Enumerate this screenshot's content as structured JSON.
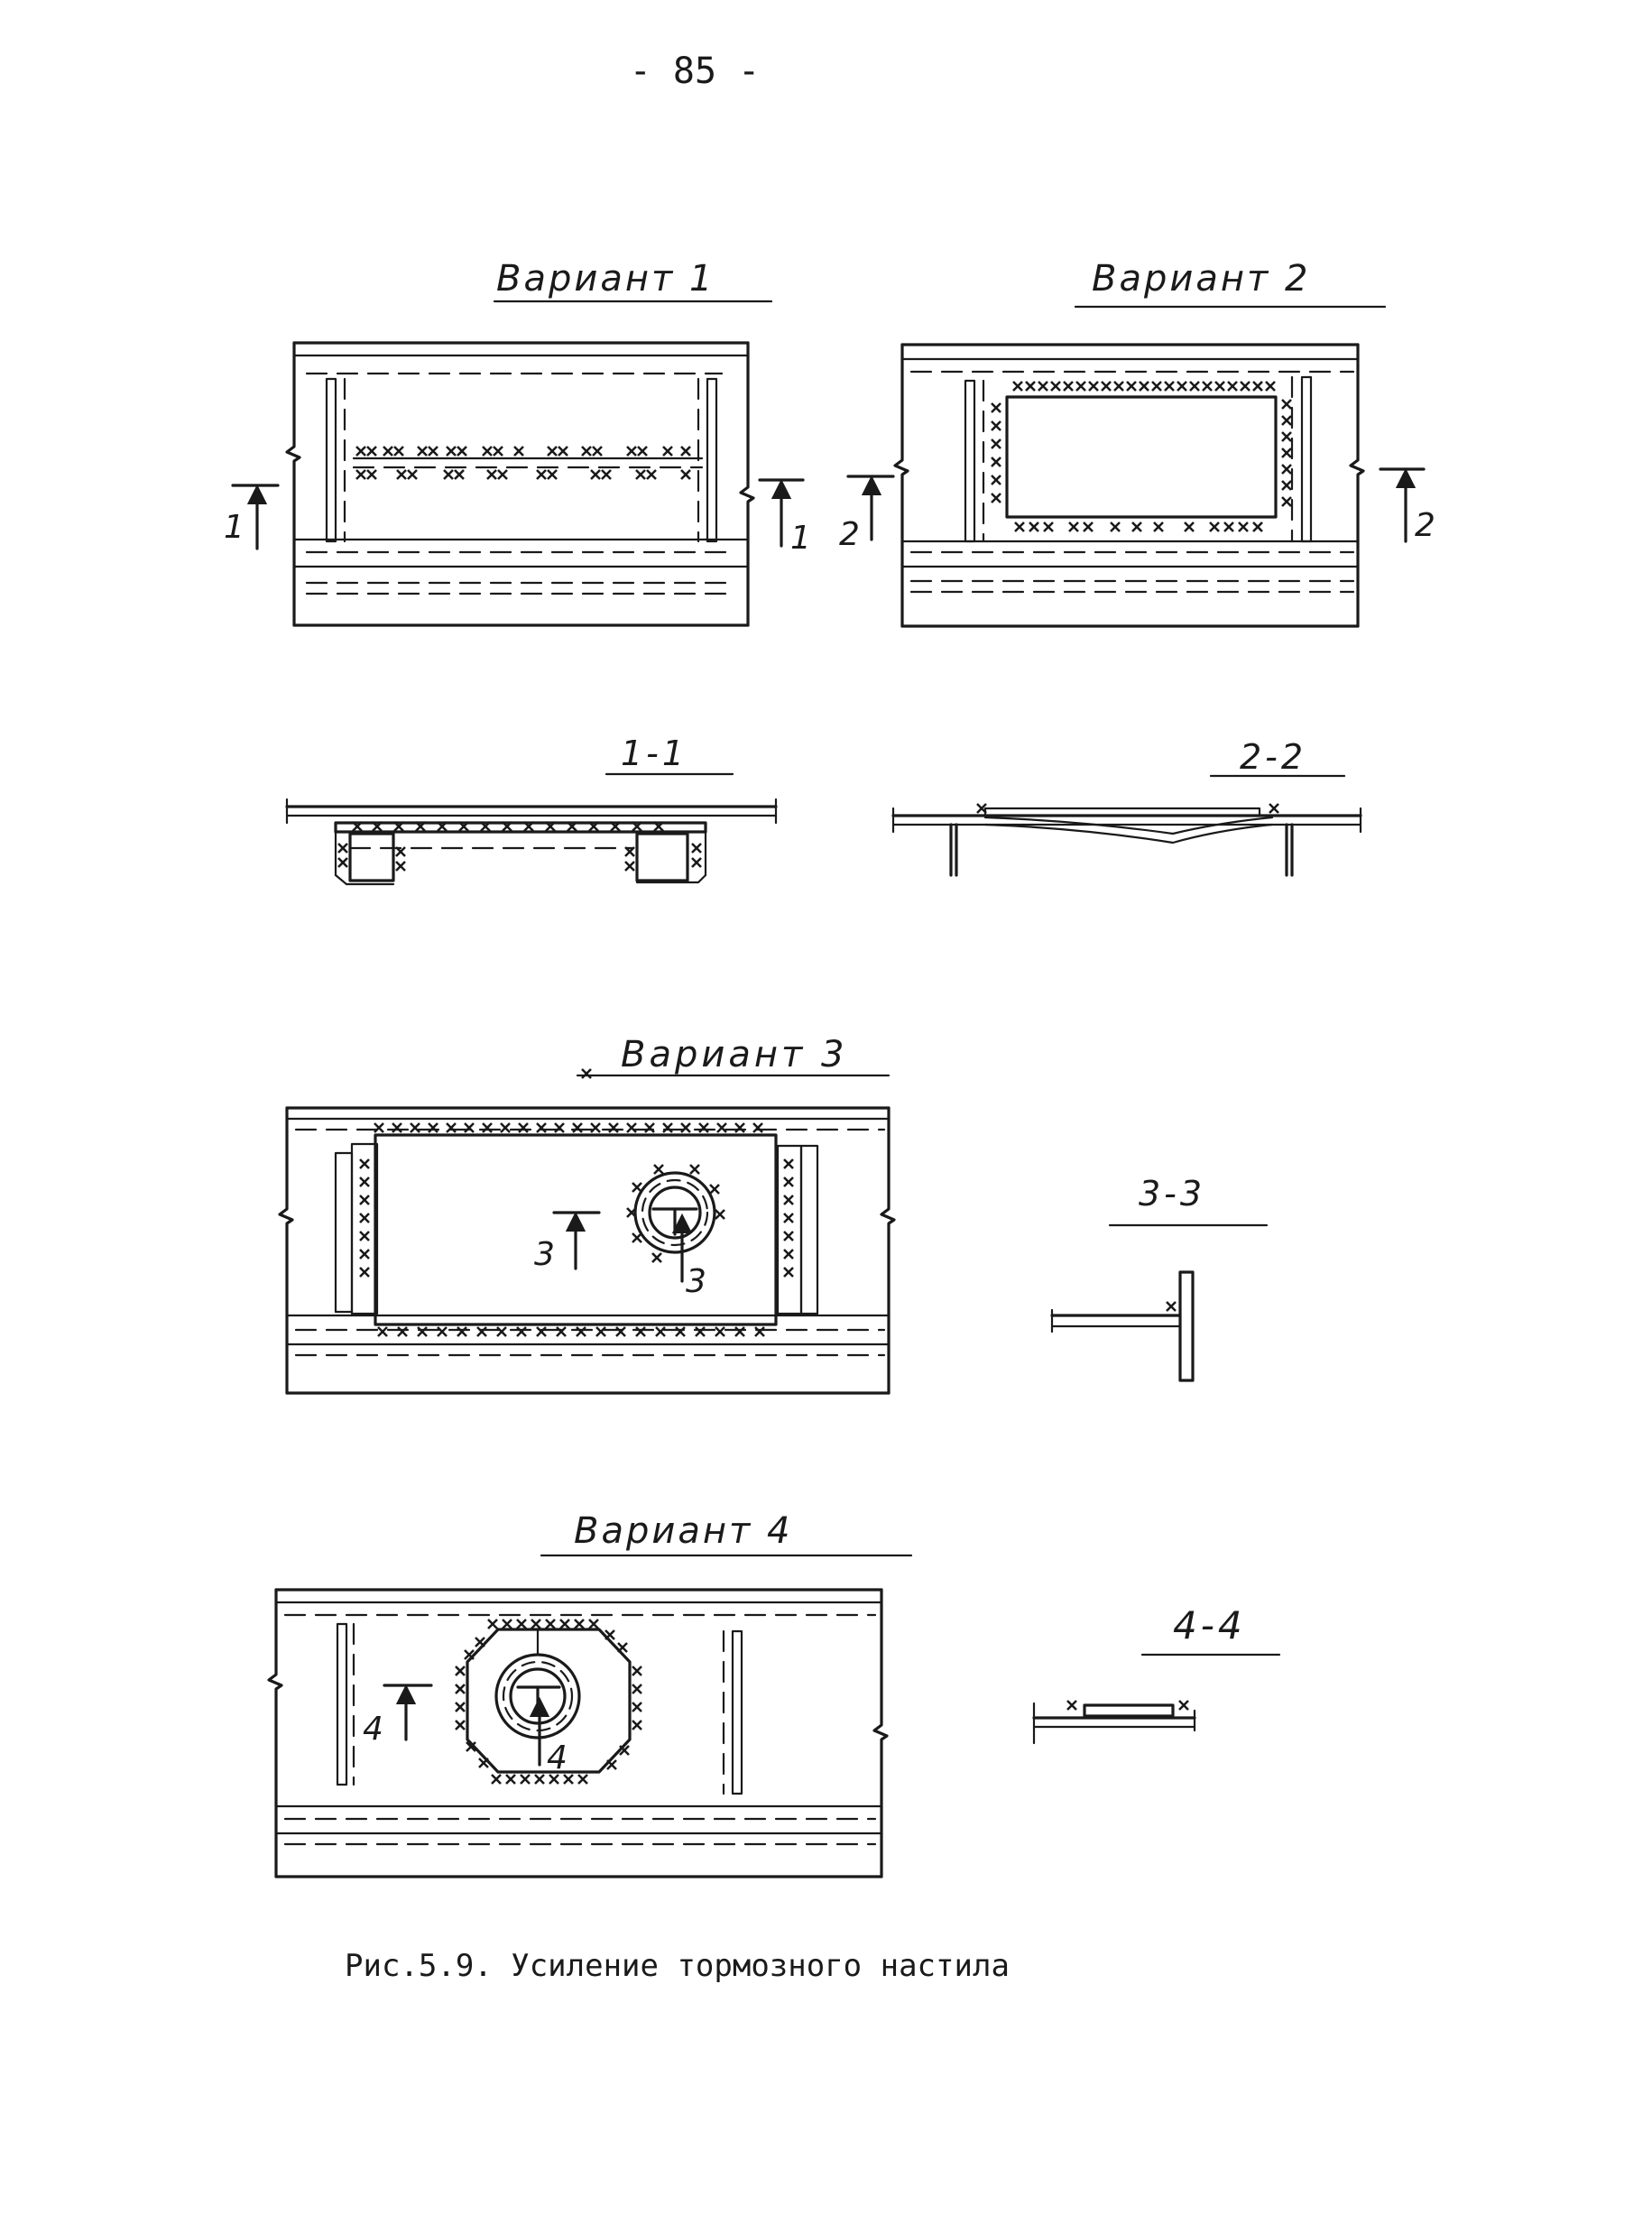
{
  "page": {
    "number_label": "- 85 -",
    "caption": "Рис.5.9. Усиление тормозного настила"
  },
  "variants": [
    {
      "title": "Вариант 1",
      "section_title": "1-1",
      "section_mark": "1"
    },
    {
      "title": "Вариант 2",
      "section_title": "2-2",
      "section_mark": "2"
    },
    {
      "title": "Вариант 3",
      "section_title": "3-3",
      "section_mark": "3"
    },
    {
      "title": "Вариант 4",
      "section_title": "4-4",
      "section_mark": "4"
    }
  ],
  "colors": {
    "ink": "#1a1a1a",
    "paper": "#ffffff"
  }
}
